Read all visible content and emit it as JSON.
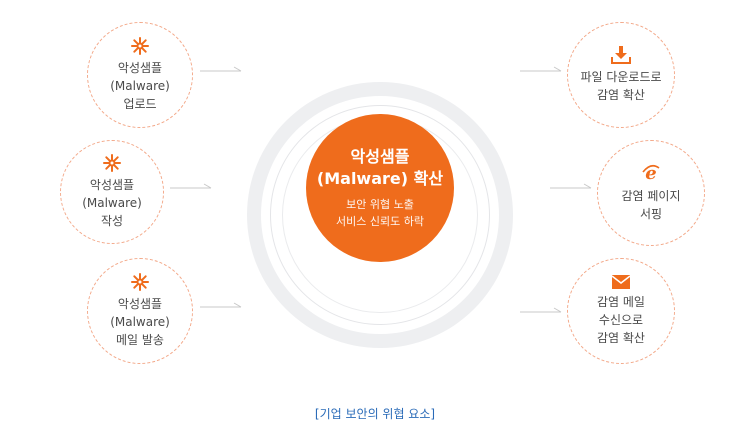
{
  "center": {
    "title": "악성샘플\n(Malware) 확산",
    "subtitle": "보안 위협 노출\n서비스 신뢰도 하락"
  },
  "left_nodes": [
    {
      "label": "악성샘플\n(Malware)\n업로드",
      "icon": "virus-icon"
    },
    {
      "label": "악성샘플\n(Malware)\n작성",
      "icon": "virus-icon"
    },
    {
      "label": "악성샘플\n(Malware)\n메일 발송",
      "icon": "virus-icon"
    }
  ],
  "right_nodes": [
    {
      "label": "파일 다운로드로\n감염 확산",
      "icon": "download-icon"
    },
    {
      "label": "감염 페이지\n서핑",
      "icon": "internet-explorer-icon"
    },
    {
      "label": "감염 메일\n수신으로\n감염 확산",
      "icon": "mail-icon"
    }
  ],
  "caption": "[기업 보안의 위협 요소]",
  "colors": {
    "accent": "#ef6c1c",
    "node_border": "#f3a98a",
    "ring": "#eeeff1",
    "caption": "#2a6bb8"
  }
}
